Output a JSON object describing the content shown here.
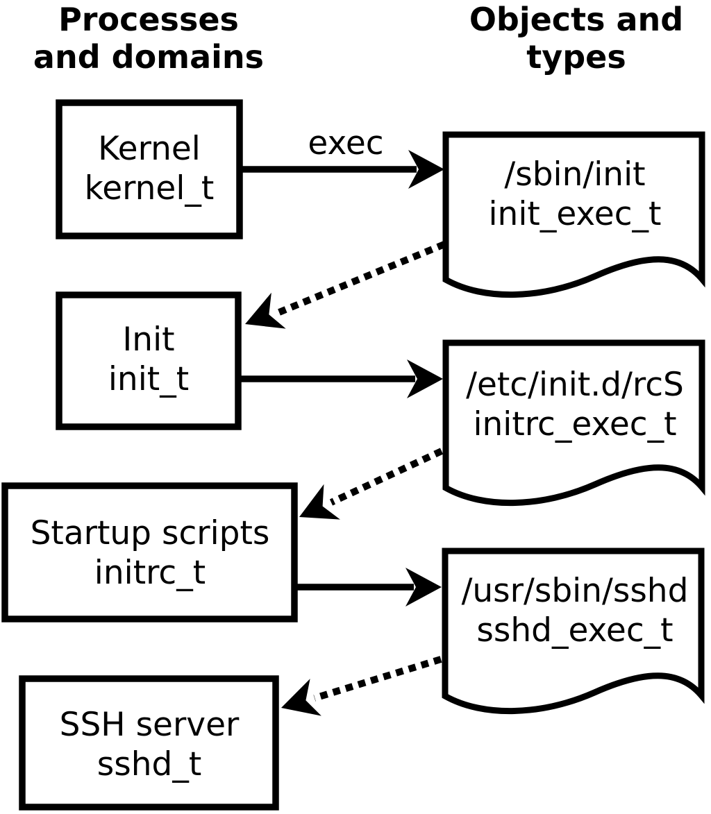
{
  "headers": {
    "left": {
      "line1": "Processes",
      "line2": "and domains"
    },
    "right": {
      "line1": "Objects and",
      "line2": "types"
    }
  },
  "process_boxes": [
    {
      "label": "Kernel",
      "type": "kernel_t"
    },
    {
      "label": "Init",
      "type": "init_t"
    },
    {
      "label": "Startup scripts",
      "type": "initrc_t"
    },
    {
      "label": "SSH server",
      "type": "sshd_t"
    }
  ],
  "object_docs": [
    {
      "path": "/sbin/init",
      "type": "init_exec_t"
    },
    {
      "path": "/etc/init.d/rcS",
      "type": "initrc_exec_t"
    },
    {
      "path": "/usr/sbin/sshd",
      "type": "sshd_exec_t"
    }
  ],
  "arrow_labels": {
    "exec": "exec"
  },
  "colors": {
    "ink": "#000000",
    "paper": "#ffffff"
  }
}
